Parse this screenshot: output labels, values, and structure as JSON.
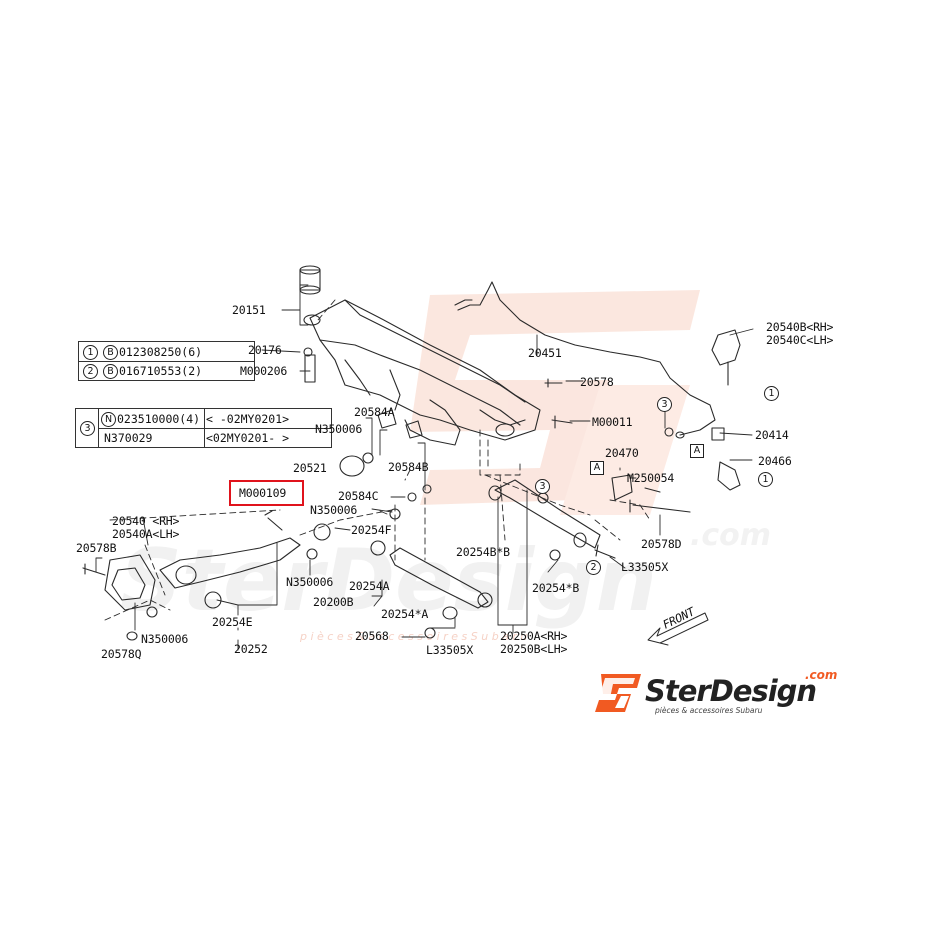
{
  "diagram": {
    "title": "",
    "highlighted_part": "M000109",
    "part_labels": {
      "p20151": "20151",
      "p20176": "20176",
      "pM000206": "M000206",
      "p20451": "20451",
      "p20540B_RH": "20540B<RH>",
      "p20540C_LH": "20540C<LH>",
      "p20578": "20578",
      "p20584A": "20584A",
      "pN350006_a": "N350006",
      "pM00011": "M00011",
      "p20414": "20414",
      "p20521": "20521",
      "p20584B": "20584B",
      "p20466": "20466",
      "p20470": "20470",
      "pM250054": "M250054",
      "p20584C": "20584C",
      "pN350006_b": "N350006",
      "pM000109": "M000109",
      "p20540_RH": "20540 <RH>",
      "p20540A_LH": "20540A<LH>",
      "p20254F": "20254F",
      "p20578D": "20578D",
      "p20578B": "20578B",
      "p20254B_B": "20254B*B",
      "pL33505X_a": "L33505X",
      "pN350006_c": "N350006",
      "p20254A": "20254A",
      "p20254_B": "20254*B",
      "p20200B": "20200B",
      "p20254_A": "20254*A",
      "pN350006_d": "N350006",
      "p20254E": "20254E",
      "p20568": "20568",
      "p20250A_RH": "20250A<RH>",
      "p20250B_LH": "20250B<LH>",
      "p20252": "20252",
      "pL33505X_b": "L33505X",
      "p20578Q": "20578Q",
      "front": "FRONT"
    },
    "callouts": {
      "c1": "1",
      "c2": "2",
      "c3": "3",
      "boxA": "A"
    },
    "legend": {
      "row1_num": "1",
      "row1_prefix": "B",
      "row1_text": "012308250(6)",
      "row2_num": "2",
      "row2_prefix": "B",
      "row2_text": "016710553(2)",
      "row3_num": "3",
      "row3a_prefix": "N",
      "row3a_part": "023510000(4)",
      "row3a_range": "<      -02MY0201>",
      "row3b_part": "N370029",
      "row3b_range": "<02MY0201-      >"
    }
  },
  "watermark": {
    "brand": "SterDesign",
    "domain": ".com",
    "tagline": "pièces & accessoires Subaru",
    "logo_letters": "SD"
  },
  "colors": {
    "highlight": "#e0131c",
    "brand_orange": "#f15a22",
    "watermark": "#f6c2b3",
    "line": "#2a2a2a"
  }
}
